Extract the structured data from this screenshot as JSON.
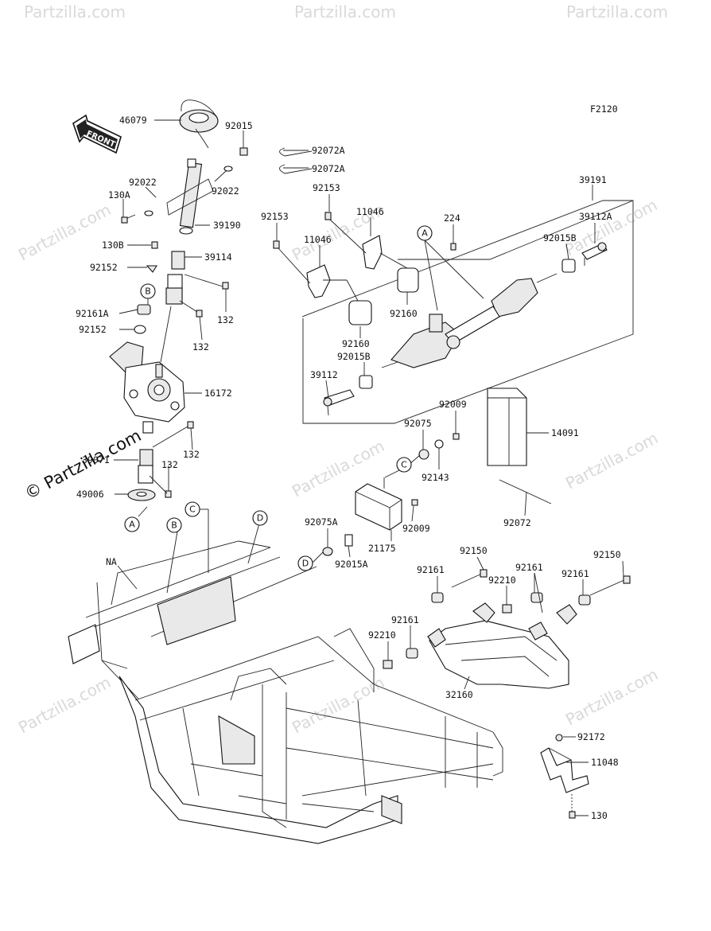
{
  "figure_code": "F2120",
  "front_label": "FRONT",
  "na_label": "NA",
  "watermark_text": "Partzilla.com",
  "copyright_text": "© Partzilla.com",
  "callouts": [
    {
      "id": "c1",
      "text": "46079"
    },
    {
      "id": "c2",
      "text": "92015"
    },
    {
      "id": "c3",
      "text": "92072A"
    },
    {
      "id": "c4",
      "text": "92072A"
    },
    {
      "id": "c5",
      "text": "92022"
    },
    {
      "id": "c6",
      "text": "130A"
    },
    {
      "id": "c7",
      "text": "92022"
    },
    {
      "id": "c8",
      "text": "39190"
    },
    {
      "id": "c9",
      "text": "130B"
    },
    {
      "id": "c10",
      "text": "39114"
    },
    {
      "id": "c11",
      "text": "92152"
    },
    {
      "id": "c12",
      "text": "92161A"
    },
    {
      "id": "c13",
      "text": "92152"
    },
    {
      "id": "c14",
      "text": "132"
    },
    {
      "id": "c15",
      "text": "132"
    },
    {
      "id": "c16",
      "text": "16172"
    },
    {
      "id": "c17",
      "text": "132"
    },
    {
      "id": "c18",
      "text": "132"
    },
    {
      "id": "c19",
      "text": "39071"
    },
    {
      "id": "c20",
      "text": "49006"
    },
    {
      "id": "c21",
      "text": "92153"
    },
    {
      "id": "c22",
      "text": "11046"
    },
    {
      "id": "c23",
      "text": "92153"
    },
    {
      "id": "c24",
      "text": "11046"
    },
    {
      "id": "c25",
      "text": "92160"
    },
    {
      "id": "c26",
      "text": "92160"
    },
    {
      "id": "c27",
      "text": "92015B"
    },
    {
      "id": "c28",
      "text": "39112"
    },
    {
      "id": "c29",
      "text": "224"
    },
    {
      "id": "c30",
      "text": "39191"
    },
    {
      "id": "c31",
      "text": "39112A"
    },
    {
      "id": "c32",
      "text": "92015B"
    },
    {
      "id": "c33",
      "text": "92009"
    },
    {
      "id": "c34",
      "text": "92075"
    },
    {
      "id": "c35",
      "text": "92143"
    },
    {
      "id": "c36",
      "text": "14091"
    },
    {
      "id": "c37",
      "text": "92009"
    },
    {
      "id": "c38",
      "text": "92075A"
    },
    {
      "id": "c39",
      "text": "21175"
    },
    {
      "id": "c40",
      "text": "92015A"
    },
    {
      "id": "c41",
      "text": "92072"
    },
    {
      "id": "c42",
      "text": "92150"
    },
    {
      "id": "c43",
      "text": "92161"
    },
    {
      "id": "c44",
      "text": "92161"
    },
    {
      "id": "c45",
      "text": "92210"
    },
    {
      "id": "c46",
      "text": "92161"
    },
    {
      "id": "c47",
      "text": "92150"
    },
    {
      "id": "c48",
      "text": "92161"
    },
    {
      "id": "c49",
      "text": "92210"
    },
    {
      "id": "c50",
      "text": "32160"
    },
    {
      "id": "c51",
      "text": "92172"
    },
    {
      "id": "c52",
      "text": "11048"
    },
    {
      "id": "c53",
      "text": "130"
    }
  ],
  "reference_markers": [
    {
      "id": "m1",
      "text": "B"
    },
    {
      "id": "m2",
      "text": "A"
    },
    {
      "id": "m3",
      "text": "A"
    },
    {
      "id": "m4",
      "text": "C"
    },
    {
      "id": "m5",
      "text": "D"
    },
    {
      "id": "m6",
      "text": "C"
    },
    {
      "id": "m7",
      "text": "B"
    },
    {
      "id": "m8",
      "text": "D"
    }
  ]
}
